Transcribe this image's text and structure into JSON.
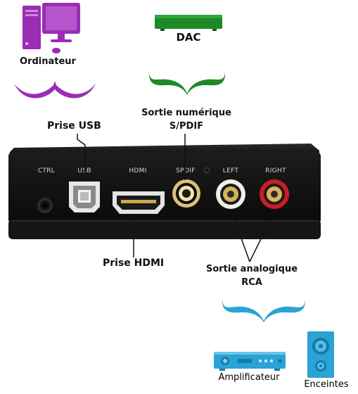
{
  "labels": {
    "computer": "Ordinateur",
    "dac": "DAC",
    "usb_plug": "Prise USB",
    "digital_out_line1": "Sortie numérique",
    "digital_out_line2": "S/PDIF",
    "hdmi_plug": "Prise HDMI",
    "analog_out_line1": "Sortie analogique",
    "analog_out_line2": "RCA",
    "amplifier": "Amplificateur",
    "speakers": "Enceintes"
  },
  "ports": {
    "ctrl": "CTRL",
    "usb": "USB",
    "hdmi": "HDMI",
    "spdif": "SPDIF",
    "left": "LEFT",
    "right": "RIGHT"
  },
  "colors": {
    "computer_purple": "#9a2db5",
    "dac_green": "#1e8a26",
    "brace_blue": "#2aa3d6",
    "device_black": "#151515"
  }
}
